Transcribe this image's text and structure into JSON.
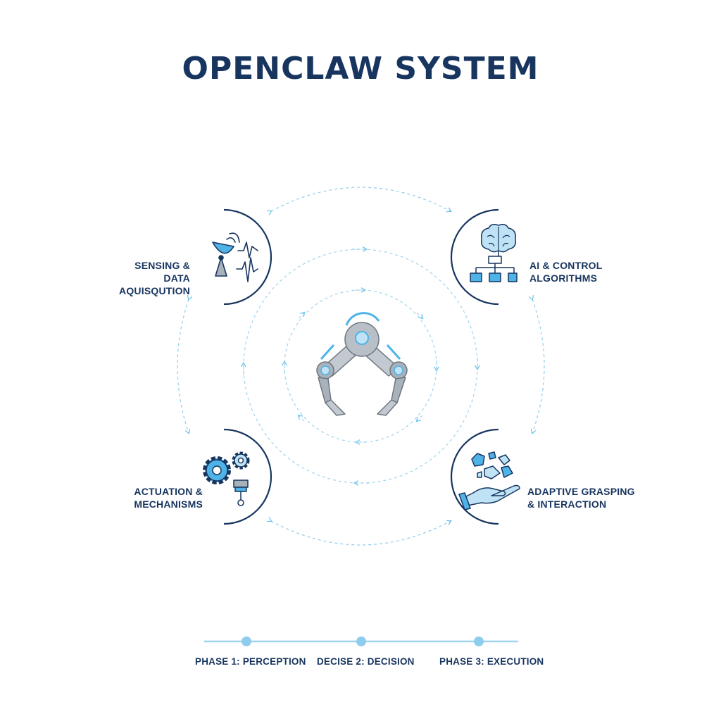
{
  "title": "OPENCLAW SYSTEM",
  "colors": {
    "navy": "#17355f",
    "accent": "#4fb3e8",
    "accent_light": "#9fd4ef",
    "metal": "#a9b1bb",
    "metal_dark": "#6e7781"
  },
  "nodes": {
    "sensing": {
      "line1": "SENSING & DATA",
      "line2": "AQUISQUTION",
      "icon": "satellite-dish-icon"
    },
    "ai": {
      "line1": "AI & CONTROL",
      "line2": "ALGORITHMS",
      "icon": "brain-network-icon"
    },
    "actuation": {
      "line1": "ACTUATION &",
      "line2": "MECHANISMS",
      "icon": "gears-piston-icon"
    },
    "grasping": {
      "line1": "ADAPTIVE GRASPING",
      "line2": "& INTERACTION",
      "icon": "hand-objects-icon"
    }
  },
  "center": {
    "icon": "robotic-claw-icon"
  },
  "phases": [
    {
      "label": "PHASE 1: PERCEPTION"
    },
    {
      "label": "DECISE 2: DECISION"
    },
    {
      "label": "PHASE 3: EXECUTION"
    }
  ]
}
